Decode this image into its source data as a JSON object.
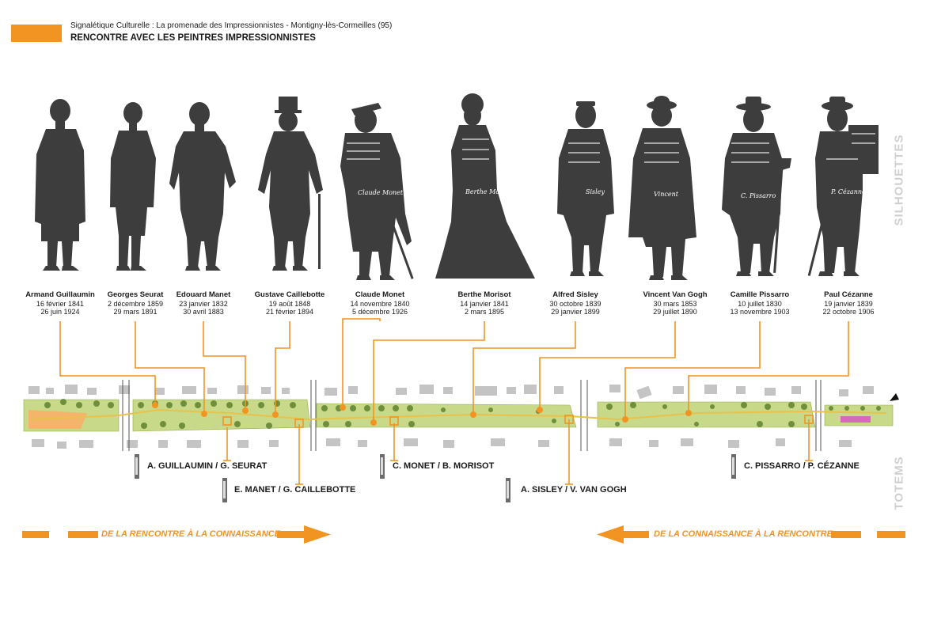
{
  "header": {
    "subtitle": "Signalétique Culturelle : La promenade des Impressionnistes - Montigny-lès-Cormeilles (95)",
    "title": "RENCONTRE AVEC LES PEINTRES IMPRESSIONNISTES",
    "accent_color": "#f29421"
  },
  "side_labels": {
    "silhouettes": "SILHOUETTES",
    "totems": "TOTEMS"
  },
  "painters": [
    {
      "name": "Armand Guillaumin",
      "birth": "16 février 1841",
      "death": "26 juin 1924"
    },
    {
      "name": "Georges Seurat",
      "birth": "2 décembre 1859",
      "death": "29 mars 1891"
    },
    {
      "name": "Edouard Manet",
      "birth": "23 janvier 1832",
      "death": "30 avril 1883"
    },
    {
      "name": "Gustave Caillebotte",
      "birth": "19 août 1848",
      "death": "21 février 1894"
    },
    {
      "name": "Claude Monet",
      "birth": "14 novembre 1840",
      "death": "5 décembre 1926"
    },
    {
      "name": "Berthe Morisot",
      "birth": "14 janvier 1841",
      "death": "2 mars 1895"
    },
    {
      "name": "Alfred Sisley",
      "birth": "30 octobre 1839",
      "death": "29 janvier 1899"
    },
    {
      "name": "Vincent Van Gogh",
      "birth": "30 mars 1853",
      "death": "29 juillet 1890"
    },
    {
      "name": "Camille Pissarro",
      "birth": "10 juillet 1830",
      "death": "13 novembre 1903"
    },
    {
      "name": "Paul Cézanne",
      "birth": "19 janvier 1839",
      "death": "22 octobre 1906"
    }
  ],
  "signatures": {
    "monet": "Claude Monet",
    "morisot": "Berthe Morisot",
    "sisley": "Sisley",
    "vangogh": "Vincent",
    "pissarro": "C. Pissarro",
    "cezanne": "P. Cézanne"
  },
  "totems": [
    {
      "label": "A. GUILLAUMIN / G. SEURAT"
    },
    {
      "label": "E. MANET / G. CAILLEBOTTE"
    },
    {
      "label": "C. MONET / B. MORISOT"
    },
    {
      "label": "A. SISLEY / V. VAN GOGH"
    },
    {
      "label": "C. PISSARRO / P. CÉZANNE"
    }
  ],
  "arrows": {
    "left": "DE LA RENCONTRE À LA CONNAISSANCE",
    "right": "DE LA CONNAISSANCE À LA RENCONTRE"
  },
  "map": {
    "north": "N"
  },
  "colors": {
    "silhouette": "#3d3d3d",
    "connector": "#f29421",
    "park": "#c8d98a",
    "tree": "#6f8f3c",
    "building": "#c4c4c4",
    "path": "#e8c24a"
  }
}
